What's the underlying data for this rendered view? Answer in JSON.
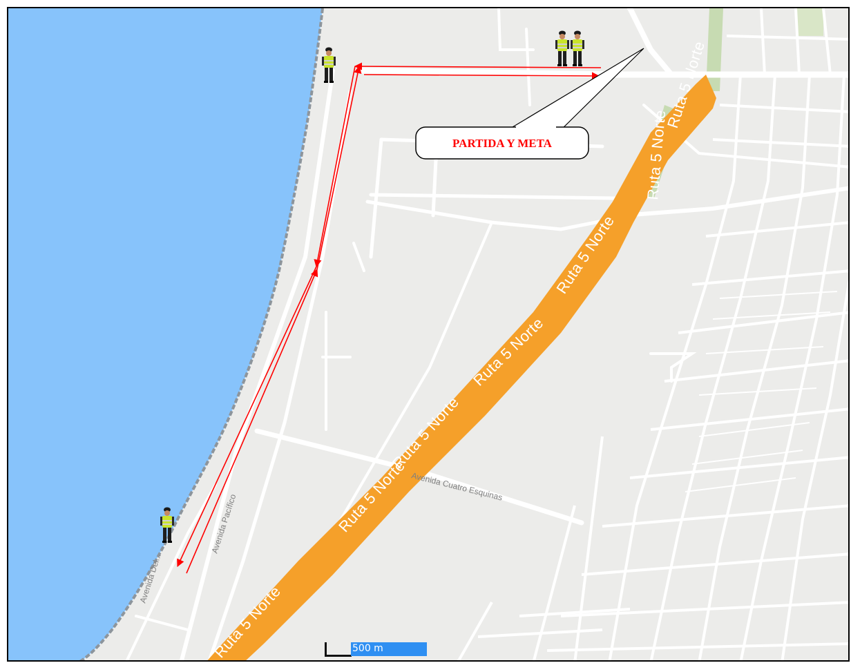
{
  "callout": {
    "label": "PARTIDA Y META"
  },
  "highway_labels": [
    "Ruta 5 Norte",
    "Ruta 5 Norte",
    "Ruta 5 Norte",
    "Ruta 5 Norte",
    "Ruta 5 Norte",
    "Ruta 5 Norte",
    "Ruta 5 Norte"
  ],
  "street_labels": {
    "avenida_cuatro_esquinas": "Avenida Cuatro Esquinas",
    "avenida_pacifico": "Avenida Pacífico",
    "avenida_del_mar": "Avenida Del..."
  },
  "scale_bar": {
    "label": "500 m"
  },
  "colors": {
    "sea": "#87c3fb",
    "land": "#ececea",
    "highway": "#f5a02a",
    "route": "#ff0000",
    "park": "#c7dbb2",
    "scale": "#2f8ff2"
  },
  "icons": [
    "police-officer-icon",
    "police-officer-icon",
    "police-officer-icon",
    "police-officer-icon"
  ]
}
